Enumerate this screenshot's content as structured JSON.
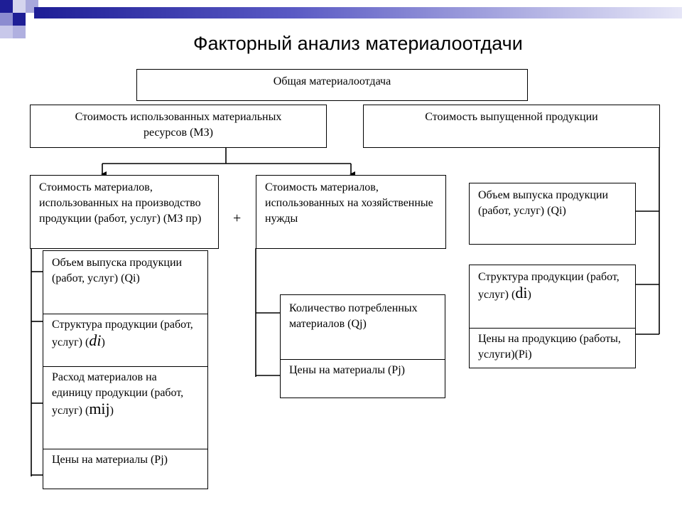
{
  "title": "Факторный анализ материалоотдачи",
  "top_box": "Общая материалоотдача",
  "left_header": "Стоимость использованных материальных ресурсов (МЗ)",
  "right_header": "Стоимость выпущенной продукции",
  "mid_left": "Стоимость материалов, использованных на производство продукции (работ, услуг) (МЗ пр)",
  "plus": "+",
  "mid_center": "Стоимость материалов, использованных на хозяйственные нужды",
  "left_column": {
    "output": "Объем выпуска продукции (работ, услуг) (Qi)",
    "structure_text": "Структура продукции (работ, услуг) (",
    "structure_symbol": "di",
    "structure_close": ")",
    "consumption_text": "Расход материалов на единицу продукции (работ, услуг) (",
    "consumption_symbol": "mij",
    "consumption_close": ")",
    "prices": "Цены на материалы (Pj)"
  },
  "center_column": {
    "quantity": "Количество потребленных материалов (Qj)",
    "prices": "Цены на материалы (Pj)"
  },
  "right_column": {
    "output": "Объем выпуска продукции (работ, услуг) (Qi)",
    "structure_text": "Структура продукции (работ, услуг) (",
    "structure_symbol": "di",
    "structure_close": ")",
    "prices": "Цены на продукцию (работы, услуги)(Pi)"
  }
}
